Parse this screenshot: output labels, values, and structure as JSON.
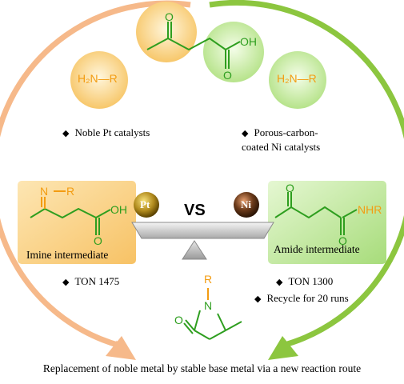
{
  "colors": {
    "orange": "#f39c12",
    "green": "#2e9e1f",
    "arc_left": "#f6b98a",
    "arc_right": "#8cc63f",
    "imine_box": "#fbd78f",
    "amide_box": "#c9eba8"
  },
  "molecules": {
    "amine_label": "H₂N—R",
    "ketoacid_O": "O",
    "ketoacid_OH": "OH",
    "imine_N": "N",
    "imine_R": "R",
    "imine_OH": "OH",
    "amide_NHR": "NHR",
    "product_R": "R",
    "product_N": "N",
    "product_O": "O"
  },
  "bullets": {
    "left": "Noble  Pt catalysts",
    "right_line1": "Porous-carbon-",
    "right_line2": "coated  Ni catalysts",
    "ton_left": "TON 1475",
    "ton_right": "TON 1300",
    "recycle": "Recycle for 20 runs"
  },
  "boxes": {
    "imine": "Imine intermediate",
    "amide": "Amide intermediate"
  },
  "balance": {
    "pt": "Pt",
    "ni": "Ni",
    "vs": "VS"
  },
  "caption": "Replacement of noble metal by stable base metal via a new reaction route"
}
